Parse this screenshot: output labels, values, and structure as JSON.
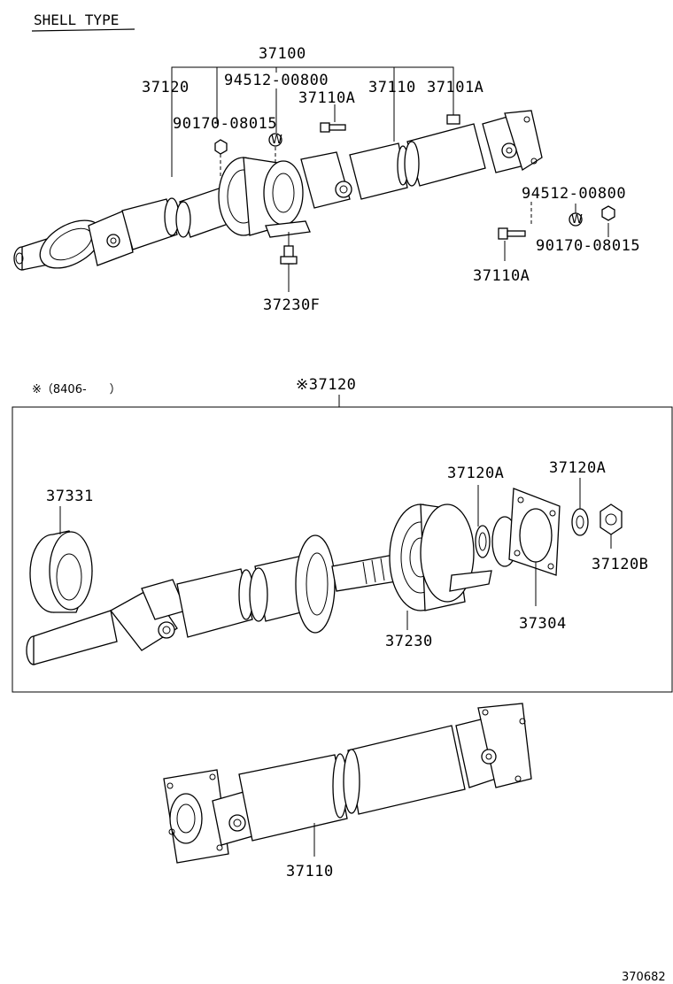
{
  "header": {
    "title": "SHELL TYPE"
  },
  "top_assembly": {
    "labels": {
      "assembly": "37100",
      "front_shaft": "37120",
      "rear_shaft": "37110",
      "washer_left": "94512-00800",
      "nut_left": "90170-08015",
      "bolt_left": "37110A",
      "balance_weight": "37101A",
      "washer_right": "94512-00800",
      "nut_right": "90170-08015",
      "bolt_right": "37110A",
      "bearing_bolt": "37230F"
    }
  },
  "detail_box": {
    "note": "※（8406-　　）",
    "title": "※37120",
    "labels": {
      "seal": "37331",
      "washer_a": "37120A",
      "washer_b": "37120A",
      "nut": "37120B",
      "bearing": "37230",
      "flange": "37304"
    }
  },
  "bottom_shaft": {
    "label": "37110"
  },
  "footer": {
    "figure_number": "370682"
  }
}
